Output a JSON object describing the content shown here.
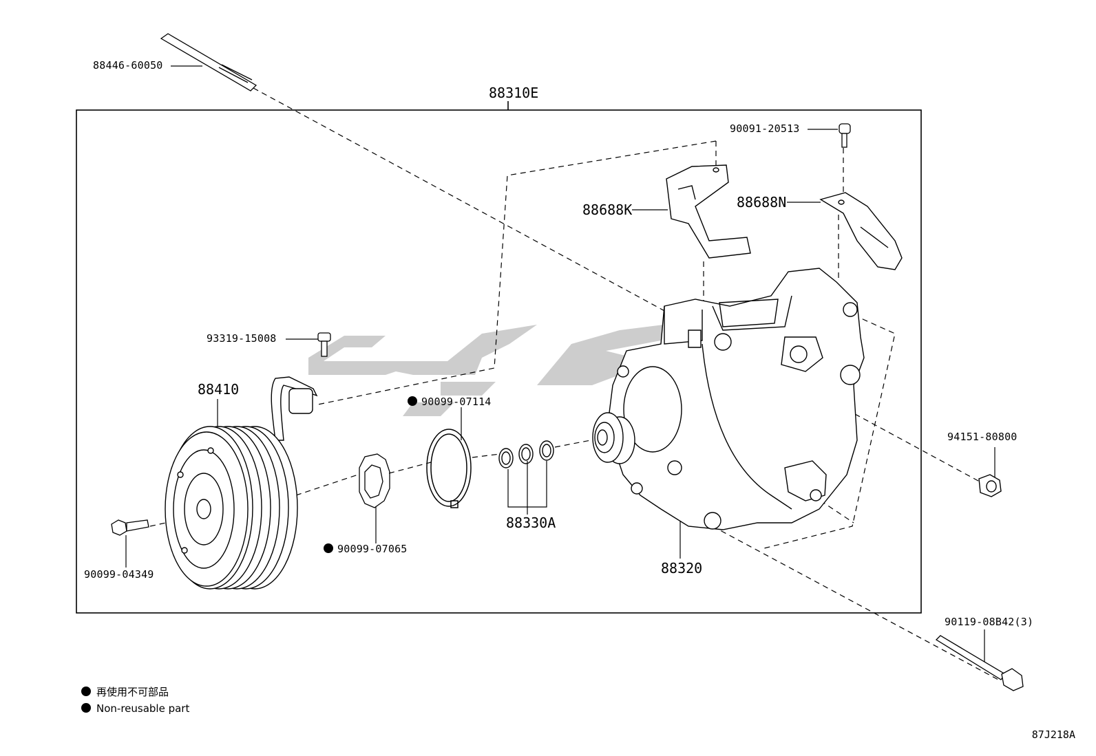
{
  "assembly_label": "88310E",
  "parts": {
    "stud_bolt": "88446-60050",
    "bracket_bolt": "90091-20513",
    "bracket_k": "88688K",
    "bracket_n": "88688N",
    "harness_bolt": "93319-15008",
    "clutch": "88410",
    "snap_ring": "90099-07114",
    "shim": "90099-07065",
    "o_rings": "88330A",
    "compressor": "88320",
    "nut": "94151-80800",
    "clutch_bolt": "90099-04349",
    "mount_bolt": "90119-08B42(3)"
  },
  "legend": {
    "item_ja": "再使用不可部品",
    "item_en": "Non-reusable part"
  },
  "diagram_code": "87J218A",
  "colors": {
    "line": "#000000",
    "watermark": "#c8c8c8",
    "background": "#ffffff"
  }
}
